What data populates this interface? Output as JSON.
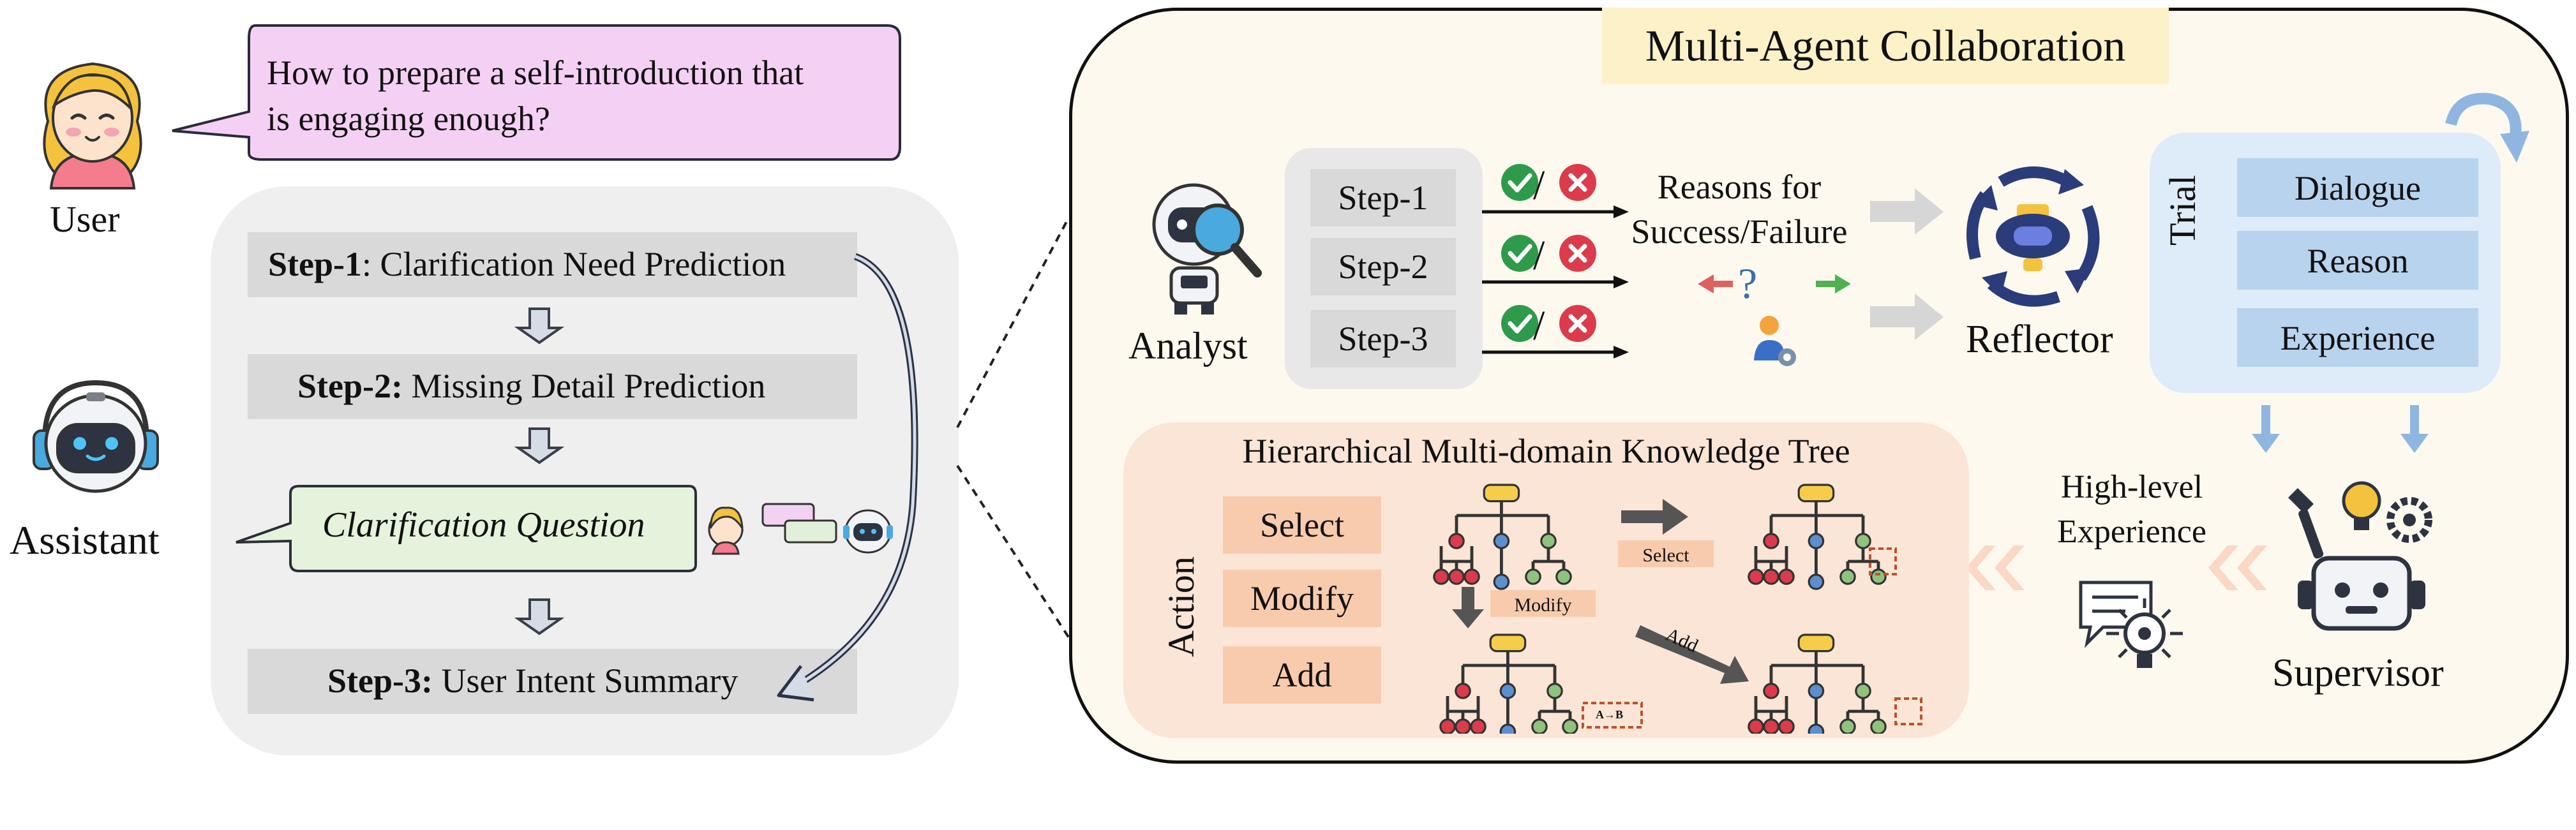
{
  "user": {
    "label": "User",
    "question_line1": "How to prepare a self-introduction that",
    "question_line2": "is engaging enough?"
  },
  "assistant": {
    "label": "Assistant",
    "step1": {
      "bold": "Step-1",
      "text": ": Clarification Need Prediction"
    },
    "step2": {
      "bold": "Step-2:",
      "text": " Missing Detail Prediction"
    },
    "clarification_question": "Clarification Question",
    "step3": {
      "bold": "Step-3:",
      "text": " User Intent Summary"
    }
  },
  "collab": {
    "title": "Multi-Agent Collaboration",
    "analyst": {
      "label": "Analyst",
      "steps": [
        "Step-1",
        "Step-2",
        "Step-3"
      ],
      "slash": "/",
      "reasons_line1": "Reasons for",
      "reasons_line2": "Success/Failure",
      "question_mark": "?"
    },
    "reflector": {
      "label": "Reflector"
    },
    "trial": {
      "label": "Trial",
      "items": [
        "Dialogue",
        "Reason",
        "Experience"
      ]
    },
    "supervisor": {
      "label": "Supervisor",
      "experience_line1": "High-level",
      "experience_line2": "Experience"
    },
    "tree": {
      "title": "Hierarchical Multi-domain Knowledge Tree",
      "action_label": "Action",
      "actions": [
        "Select",
        "Modify",
        "Add"
      ],
      "select_tag": "Select",
      "modify_tag": "Modify",
      "add_tag": "Add",
      "ab_tag": "A→B"
    }
  },
  "colors": {
    "user_bubble": "#f5d0f5",
    "assistant_panel": "#efefef",
    "step_box": "#d9d9d9",
    "clarification_bubble": "#e6f3dc",
    "collab_panel": "#fdf9ef",
    "title_bg": "#fdf1c8",
    "trial_bg": "#deebf8",
    "trial_item": "#b8d3ee",
    "tree_panel": "#fbe5d6",
    "action_box": "#f8cbad",
    "check_green": "#2e9b4a",
    "cross_red": "#dc3b4b",
    "node_red": "#dc3b4b",
    "node_blue": "#5b8fd0",
    "node_yellow": "#f5cd4a",
    "node_green": "#8fc37b"
  }
}
